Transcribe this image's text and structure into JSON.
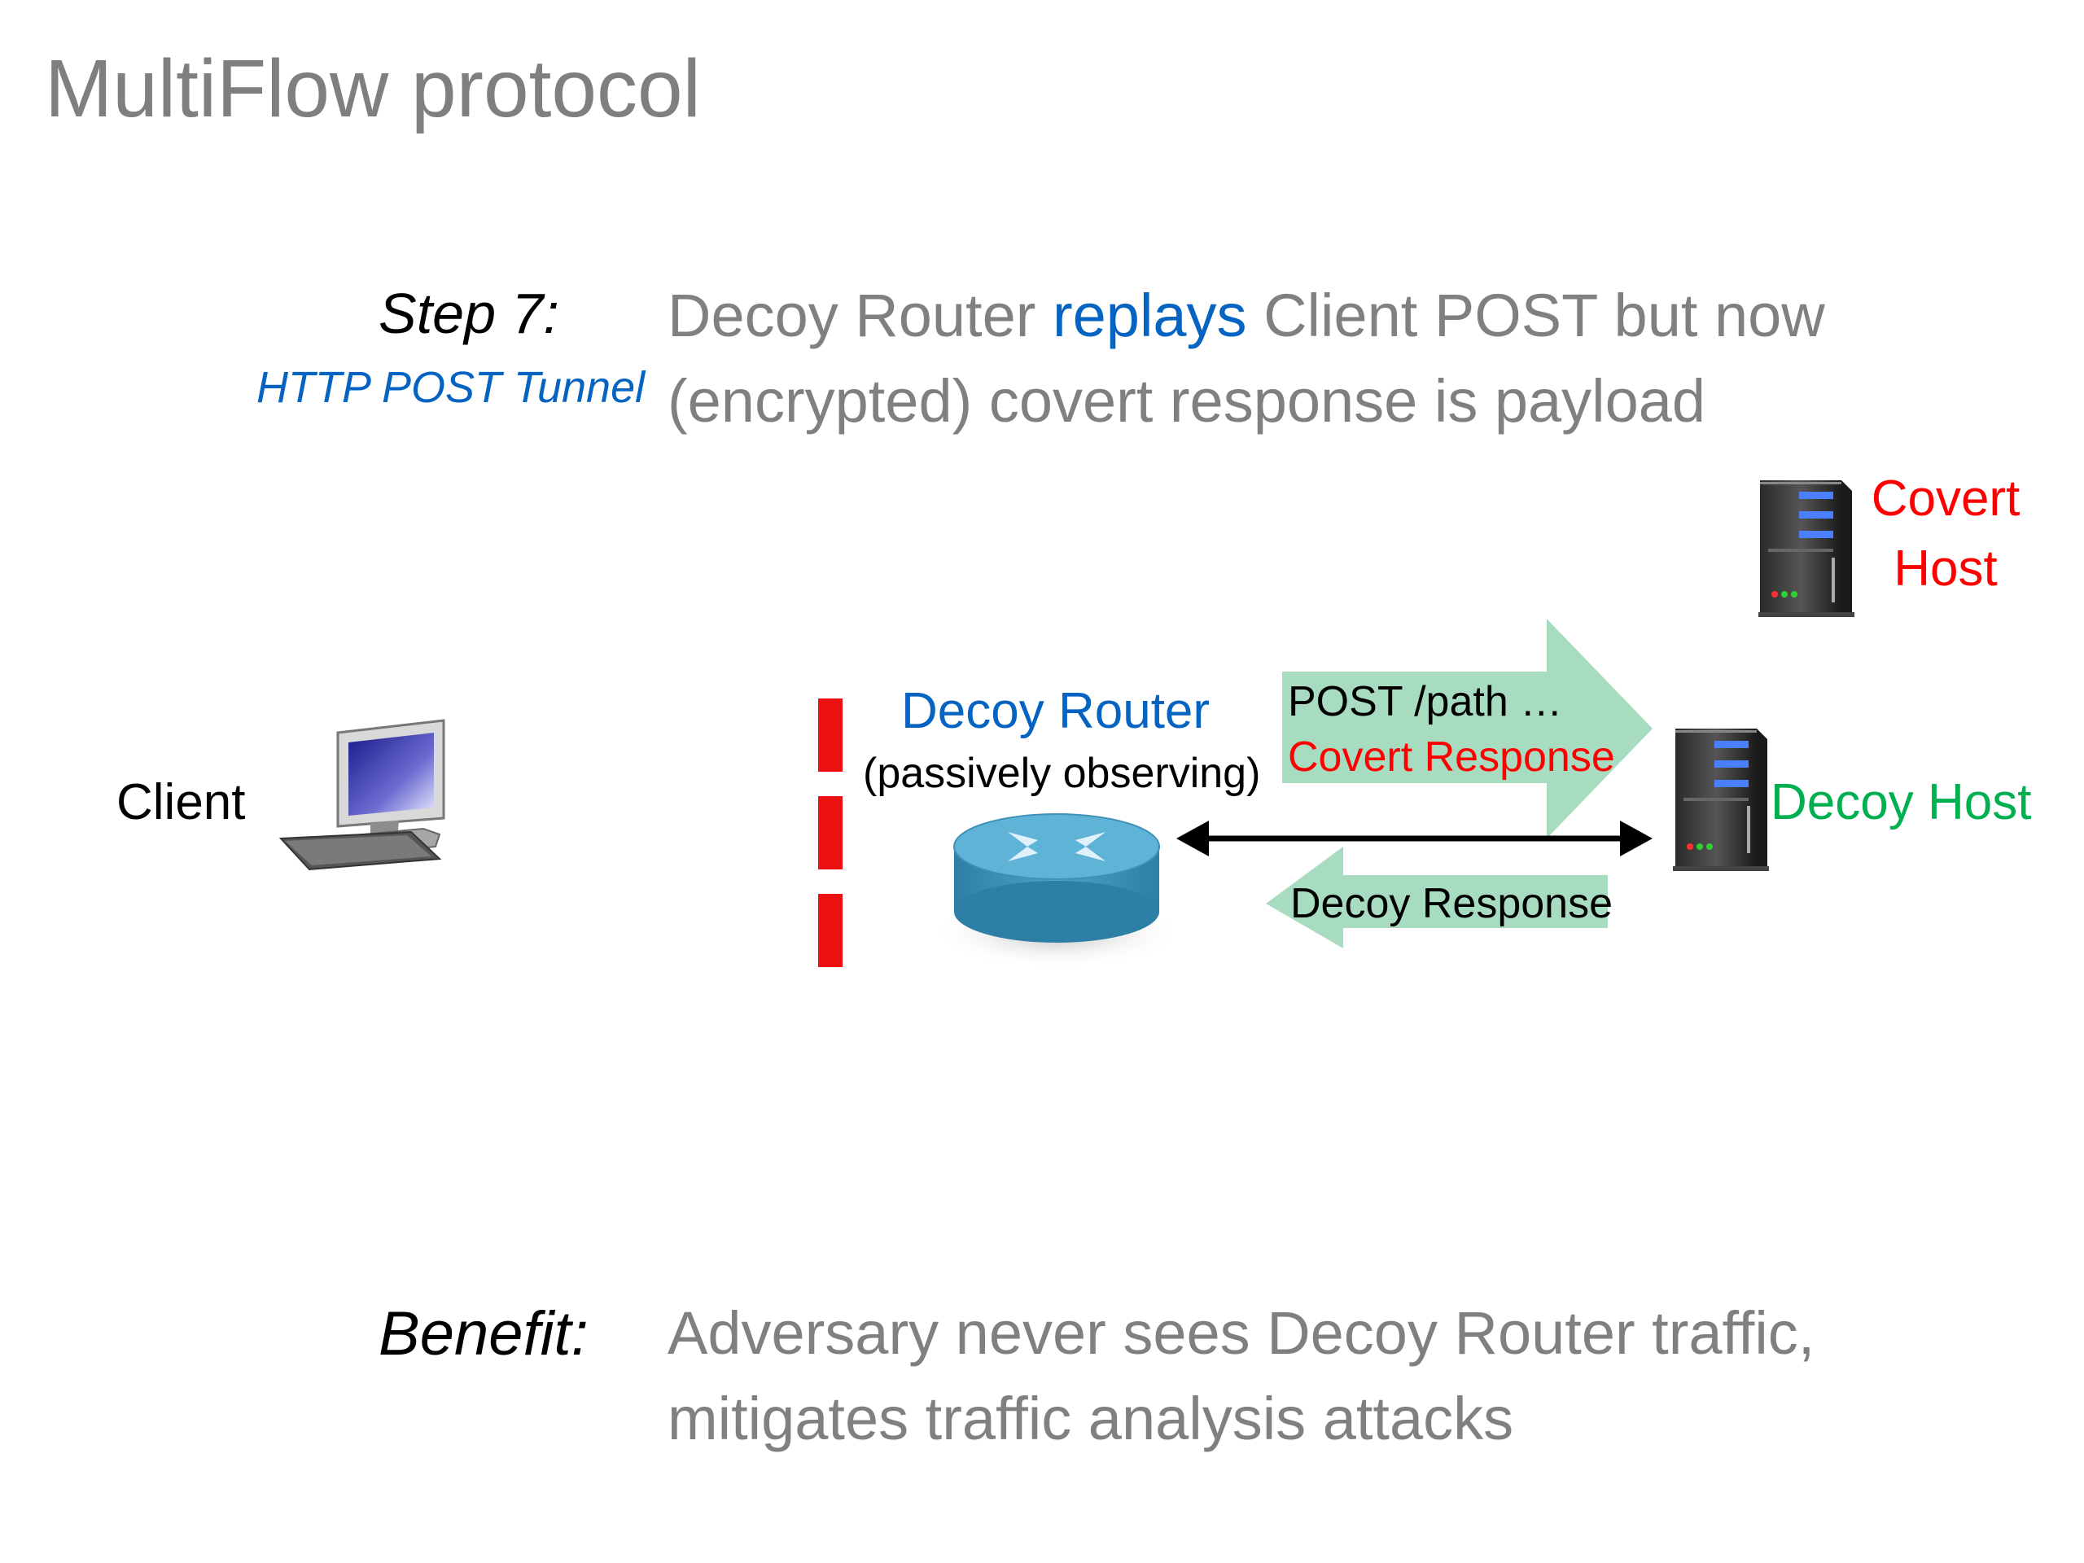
{
  "title": "MultiFlow protocol",
  "step": {
    "label": "Step 7:",
    "sublabel": "HTTP POST Tunnel",
    "line1_pre": "Decoy Router ",
    "line1_highlight": "replays",
    "line1_post": " Client POST but now",
    "line2": "(encrypted) covert response is payload"
  },
  "benefit": {
    "label": "Benefit:",
    "line1": "Adversary never sees Decoy Router traffic,",
    "line2": "mitigates traffic analysis attacks"
  },
  "nodes": {
    "client": "Client",
    "router": "Decoy Router",
    "router_sub": "(passively observing)",
    "covert_host_line1": "Covert",
    "covert_host_line2": "Host",
    "decoy_host": "Decoy Host"
  },
  "arrows": {
    "post": "POST /path …",
    "covert_response": "Covert Response",
    "decoy_response": "Decoy Response"
  },
  "colors": {
    "blue": "#0563c1",
    "red": "#ff0000",
    "green": "#00b050",
    "arrow_fill": "#a8dcc0",
    "gray_text": "#808080"
  }
}
